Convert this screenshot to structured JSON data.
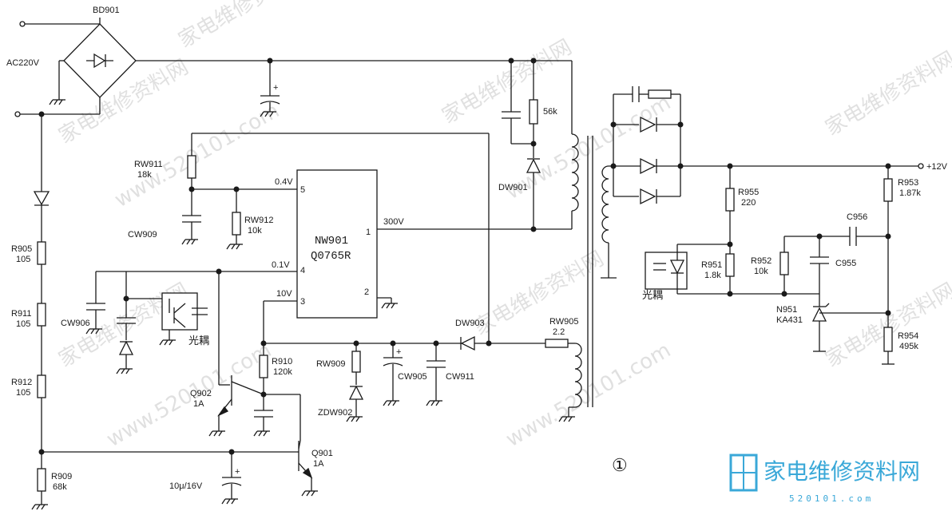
{
  "labels": {
    "bd901": "BD901",
    "ac220": "AC220V",
    "rw911": "RW911",
    "rw911v": "18k",
    "cw909": "CW909",
    "rw912": "RW912",
    "rw912v": "10k",
    "r905": "R905",
    "r905v": "105",
    "r911": "R911",
    "r911v": "105",
    "r912": "R912",
    "r912v": "105",
    "r909": "R909",
    "r909v": "68k",
    "cw906": "CW906",
    "opto_left": "光耦",
    "q902": "Q902",
    "q902v": "1A",
    "q901": "Q901",
    "q901v": "1A",
    "r910": "R910",
    "r910v": "120k",
    "rw909": "RW909",
    "zdw902": "ZDW902",
    "cw905": "CW905",
    "cw911": "CW911",
    "dw903": "DW903",
    "rw905": "RW905",
    "rw905v": "2.2",
    "r56k": "56k",
    "dw901": "DW901",
    "cap_10u": "10μ/16V",
    "ic_name": "NW901",
    "ic_part": "Q0765R",
    "v04": "0.4V",
    "v01": "0.1V",
    "v10": "10V",
    "v300": "300V",
    "pin1": "1",
    "pin2": "2",
    "pin3": "3",
    "pin4": "4",
    "pin5": "5",
    "plus12": "+12V",
    "r955": "R955",
    "r955v": "220",
    "r951": "R951",
    "r951v": "1.8k",
    "r952": "R952",
    "r952v": "10k",
    "c956": "C956",
    "c955": "C955",
    "r953": "R953",
    "r953v": "1.87k",
    "r954": "R954",
    "r954v": "495k",
    "n951": "N951",
    "n951v": "KA431",
    "opto_right": "光耦",
    "figure_num": "①"
  },
  "watermark": {
    "text": "家电维修资料网",
    "url": "www.520101.com"
  },
  "logo": {
    "name": "家电维修资料网",
    "url": "520101.com"
  },
  "colors": {
    "ink": "#1a1a1a",
    "logo": "#3aa8d8",
    "watermark": "#c8c8c8"
  }
}
